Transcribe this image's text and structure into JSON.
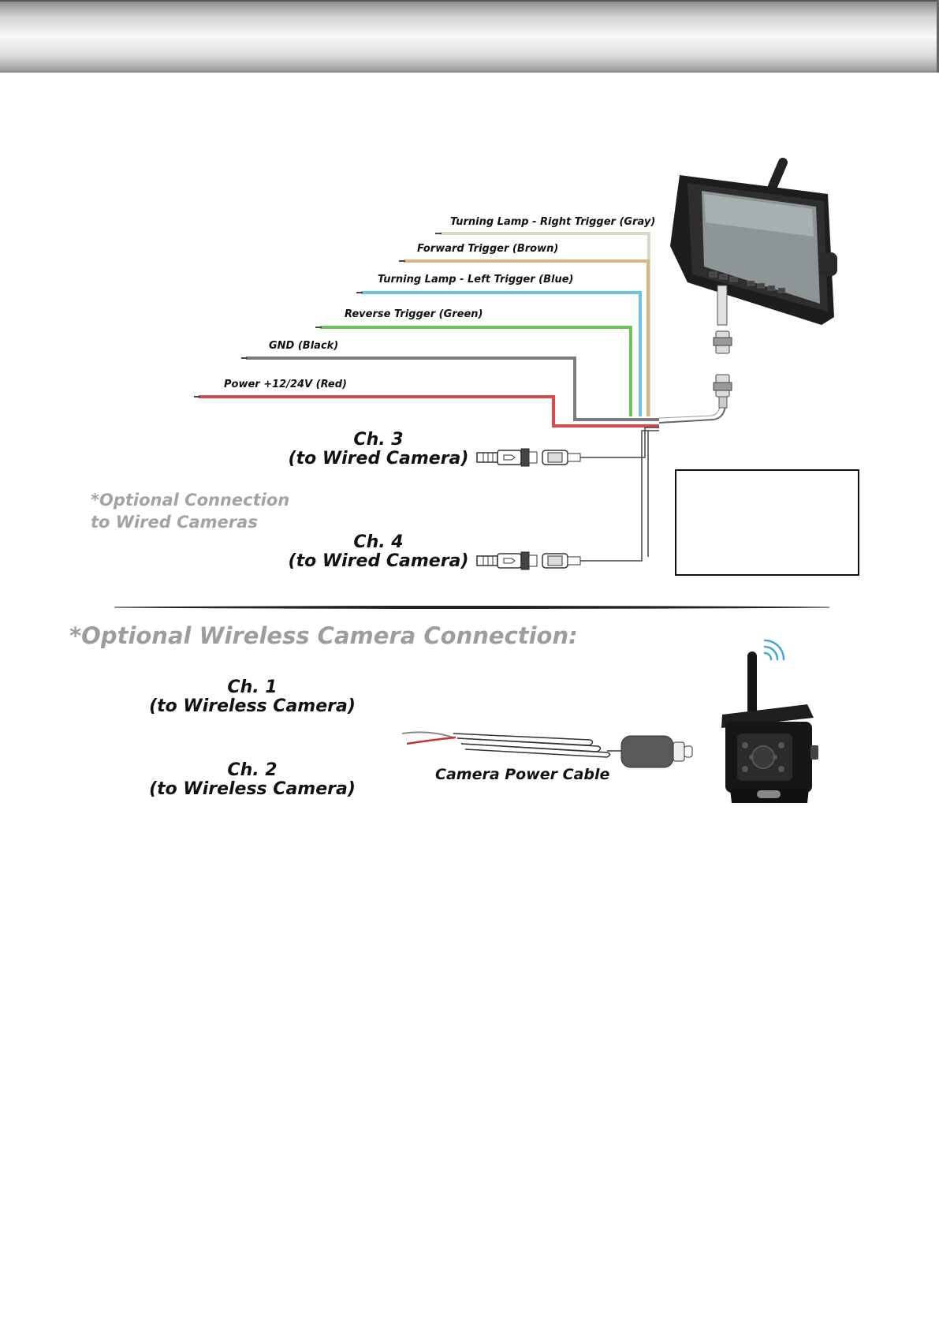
{
  "wires": [
    {
      "label": "Turning Lamp - Right Trigger (Gray)",
      "color": "#d9d6cc"
    },
    {
      "label": "Forward Trigger (Brown)",
      "color": "#d6b97e"
    },
    {
      "label": "Turning Lamp - Left Trigger (Blue)",
      "color": "#6cc2e8"
    },
    {
      "label": "Reverse Trigger (Green)",
      "color": "#6cc45a"
    },
    {
      "label": "GND (Black)",
      "color": "#7a7a7a"
    },
    {
      "label": "Power +12/24V (Red)",
      "color": "#d94a4a"
    }
  ],
  "wired": {
    "ch3": {
      "line1": "Ch. 3",
      "line2": "(to Wired Camera)"
    },
    "ch4": {
      "line1": "Ch. 4",
      "line2": "(to Wired Camera)"
    },
    "optional_line1": "*Optional Connection",
    "optional_line2": "to Wired Cameras"
  },
  "wireless": {
    "title": "*Optional Wireless Camera Connection:",
    "ch1": {
      "line1": "Ch. 1",
      "line2": "(to Wireless Camera)"
    },
    "ch2": {
      "line1": "Ch. 2",
      "line2": "(to Wireless Camera)"
    },
    "cable_label": "Camera Power Cable"
  },
  "colors": {
    "wifi": "#3fa9d8",
    "optional_text": "#a3a3a3"
  },
  "icons": [
    "monitor-icon",
    "camera-icon",
    "wifi-icon",
    "connector-icon"
  ]
}
